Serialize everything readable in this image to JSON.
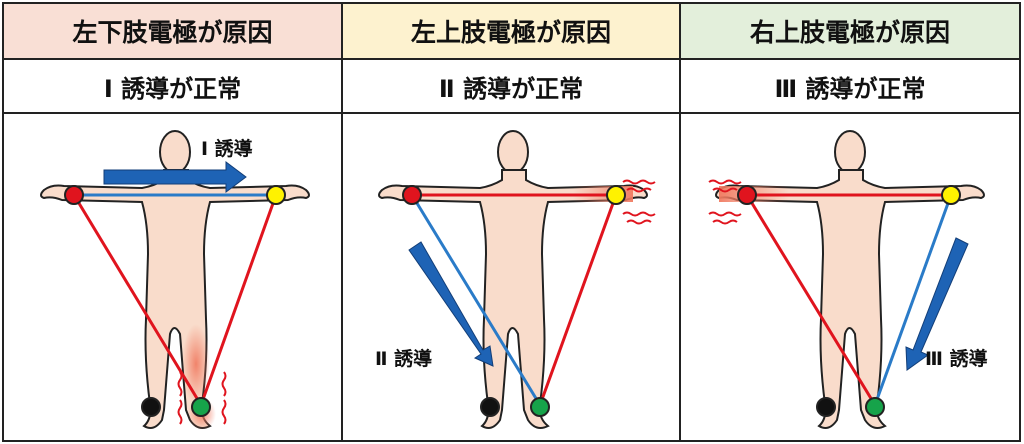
{
  "panels": [
    {
      "header": "左下肢電極が原因",
      "header_color": "#F9DFD5",
      "subtitle": "Ⅰ 誘導が正常",
      "arrow_label": "Ⅰ 誘導",
      "faulty_limb": "left-leg"
    },
    {
      "header": "左上肢電極が原因",
      "header_color": "#FDF2CF",
      "subtitle": "Ⅱ 誘導が正常",
      "arrow_label": "Ⅱ 誘導",
      "faulty_limb": "left-arm"
    },
    {
      "header": "右上肢電極が原因",
      "header_color": "#E3EFDB",
      "subtitle": "Ⅲ 誘導が正常",
      "arrow_label": "Ⅲ 誘導",
      "faulty_limb": "right-arm"
    }
  ],
  "colors": {
    "skin": "#F9DCCB",
    "outline": "#222222",
    "lead_normal": "#2A7BC8",
    "lead_abnormal": "#E0141E",
    "arrow": "#1E63B5",
    "electrode_right_arm": "#E0141E",
    "electrode_left_arm": "#FFF200",
    "electrode_left_leg": "#16A34A",
    "electrode_right_leg": "#111111",
    "glow": "#F07A60"
  },
  "icons": [
    "human-body-icon",
    "electrode-icon",
    "tremor-wave-icon",
    "lead-arrow-icon"
  ]
}
